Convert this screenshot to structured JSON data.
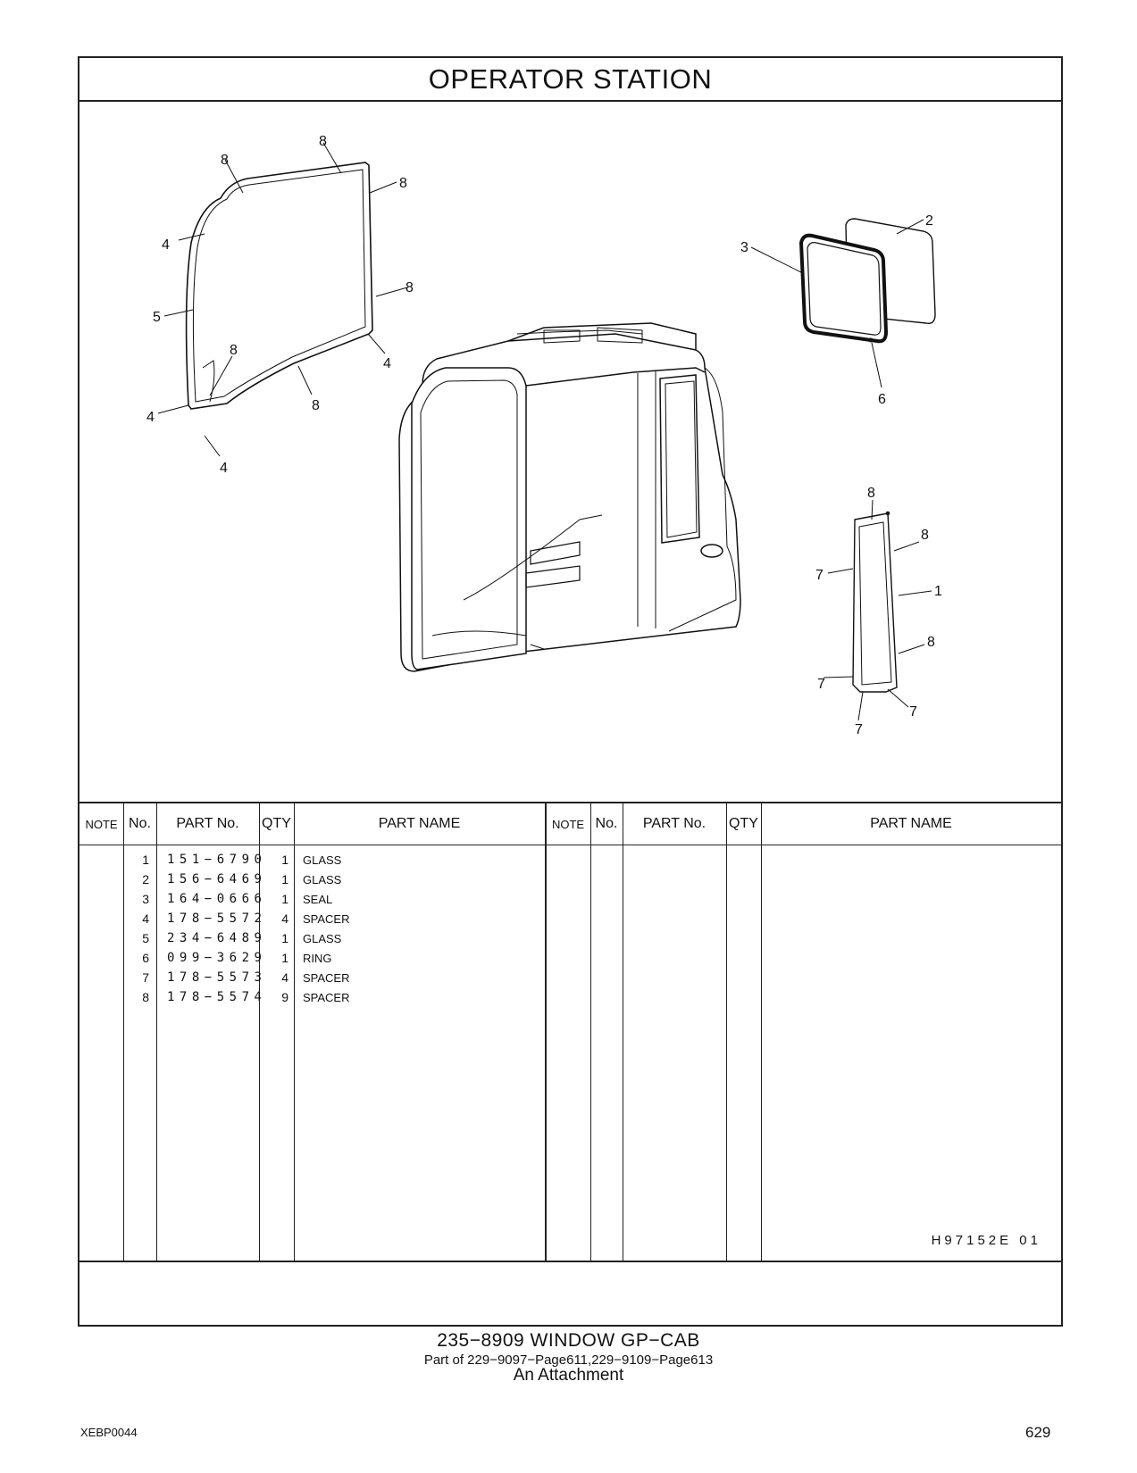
{
  "header": {
    "title": "OPERATOR   STATION"
  },
  "diagram": {
    "callouts": {
      "top_glass": [
        "8",
        "8",
        "8",
        "4",
        "8",
        "5",
        "8",
        "4",
        "4",
        "8",
        "4"
      ],
      "rear_window": [
        "2",
        "3",
        "6"
      ],
      "side_glass": [
        "8",
        "8",
        "7",
        "1",
        "8",
        "7",
        "7",
        "7"
      ]
    }
  },
  "table": {
    "headers": {
      "note": "NOTE",
      "no": "No.",
      "part_no": "PART No.",
      "qty": "QTY",
      "part_name": "PART NAME"
    },
    "rows": [
      {
        "no": "1",
        "part_no": "151−6790",
        "qty": "1",
        "name": "GLASS"
      },
      {
        "no": "2",
        "part_no": "156−6469",
        "qty": "1",
        "name": "GLASS"
      },
      {
        "no": "3",
        "part_no": "164−0666",
        "qty": "1",
        "name": "SEAL"
      },
      {
        "no": "4",
        "part_no": "178−5572",
        "qty": "4",
        "name": "SPACER"
      },
      {
        "no": "5",
        "part_no": "234−6489",
        "qty": "1",
        "name": "GLASS"
      },
      {
        "no": "6",
        "part_no": "099−3629",
        "qty": "1",
        "name": "RING"
      },
      {
        "no": "7",
        "part_no": "178−5573",
        "qty": "4",
        "name": "SPACER"
      },
      {
        "no": "8",
        "part_no": "178−5574",
        "qty": "9",
        "name": "SPACER"
      }
    ],
    "revision": "H97152E   01"
  },
  "footer": {
    "line1": "235−8909   WINDOW  GP−CAB",
    "line2": "Part of 229−9097−Page611,229−9109−Page613",
    "line3": "An Attachment",
    "doc_code": "XEBP0044",
    "page_number": "629"
  }
}
